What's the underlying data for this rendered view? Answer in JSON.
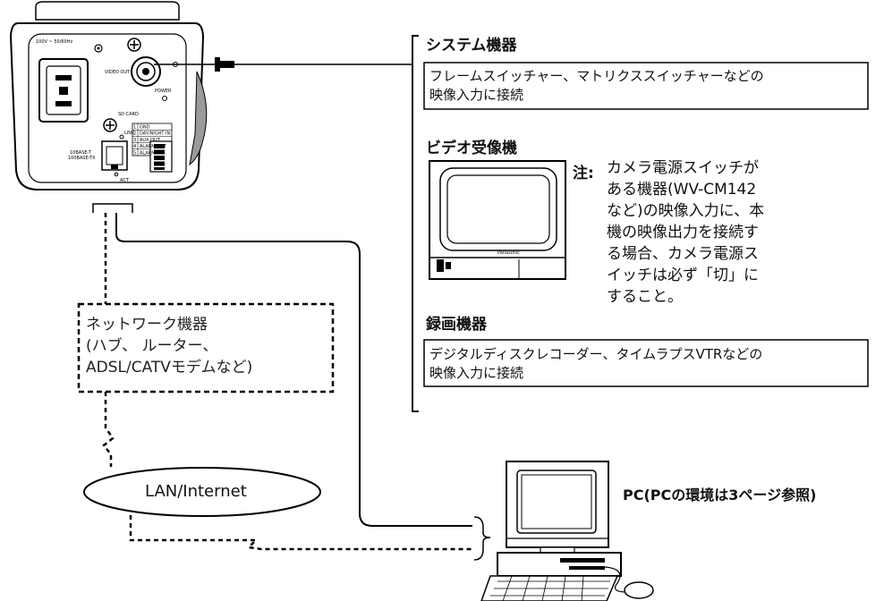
{
  "camera": {
    "power_rating": "100V ~ 50/60Hz",
    "video_out": "VIDEO OUT",
    "power": "POWER",
    "sd_card": "SD CARD",
    "link": "LINK",
    "act": "ACT",
    "ethernet_lines": [
      "10BASE-T",
      "100BASE-TX"
    ],
    "terminal_labels": [
      "GND",
      "DAY/NIGHT IN",
      "AUX OUT",
      "ALARM OUT",
      "ALARM IN"
    ],
    "terminal_numbers": [
      "1",
      "2",
      "3",
      "4",
      "5"
    ]
  },
  "system": {
    "title": "システム機器",
    "desc_lines": [
      "フレームスイッチャー、マトリクススイッチャーなどの",
      "映像入力に接続"
    ]
  },
  "video_monitor": {
    "title": "ビデオ受像機",
    "brand": "Panasonic",
    "note_mark": "注:",
    "note_lines": [
      "カメラ電源スイッチが",
      "ある機器(WV-CM142",
      "など)の映像入力に、本",
      "機の映像出力を接続す",
      "る場合、カメラ電源ス",
      "イッチは必ず「切」に",
      "すること。"
    ]
  },
  "recorder": {
    "title": "録画機器",
    "desc_lines": [
      "デジタルディスクレコーダー、タイムラプスVTRなどの",
      "映像入力に接続"
    ]
  },
  "network_device": {
    "lines": [
      "ネットワーク機器",
      "(ハブ、 ルーター、",
      "ADSL/CATVモデムなど)"
    ]
  },
  "lan": {
    "label": "LAN/Internet"
  },
  "pc": {
    "label": "PC(PCの環境は3ページ参照)"
  }
}
